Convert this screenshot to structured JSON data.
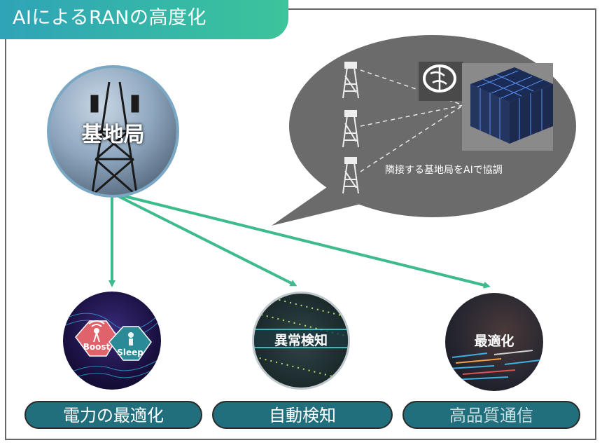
{
  "title": "AIによるRANの高度化",
  "base_station": {
    "label": "基地局"
  },
  "cloud": {
    "caption": "隣接する基地局をAIで協調"
  },
  "features": [
    {
      "circle_label": "",
      "badge_boost": "Boost",
      "badge_sleep": "Sleep",
      "pill": "電力の最適化"
    },
    {
      "circle_label": "異常検知",
      "pill": "自動検知"
    },
    {
      "circle_label": "最適化",
      "pill": "高品質通信"
    }
  ],
  "colors": {
    "teal_pill": "#216e7c",
    "arrow": "#3dbb8c",
    "bubble": "#6b6b6b",
    "title_grad_start": "#2fa3b8",
    "title_grad_end": "#3cc49a"
  }
}
